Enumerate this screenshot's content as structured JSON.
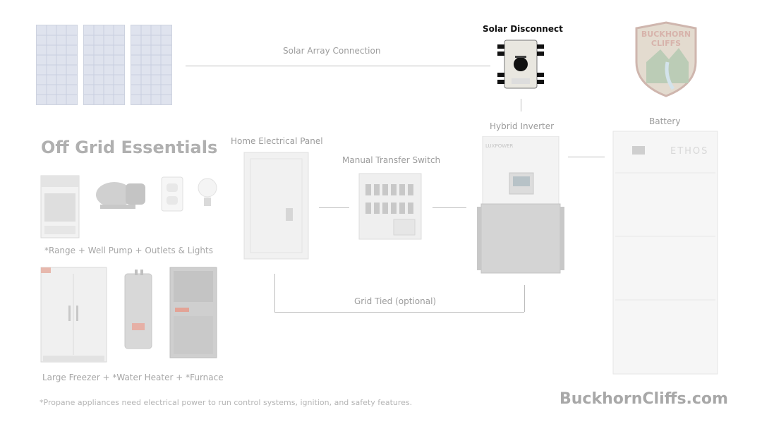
{
  "labels": {
    "solar_array_connection": "Solar Array Connection",
    "solar_disconnect": "Solar Disconnect",
    "hybrid_inverter": "Hybrid Inverter",
    "battery": "Battery",
    "home_electrical_panel": "Home Electrical Panel",
    "manual_transfer_switch": "Manual Transfer Switch",
    "grid_tied": "Grid Tied (optional)"
  },
  "essentials": {
    "title": "Off Grid Essentials",
    "row1_caption": "*Range  +  Well Pump  +  Outlets & Lights",
    "row2_caption": "Large Freezer + *Water Heater + *Furnace"
  },
  "inverter_brand": "LUXPOWER",
  "battery_brand": "ETHOS",
  "logo": {
    "line1": "BUCKHORN",
    "line2": "CLIFFS"
  },
  "footnote": "*Propane appliances need electrical power to run control systems, ignition, and safety features.",
  "website": "BuckhornCliffs.com",
  "colors": {
    "panel": "#dfe3ee",
    "line": "#bdbdbd",
    "label": "#9c9c9c"
  }
}
